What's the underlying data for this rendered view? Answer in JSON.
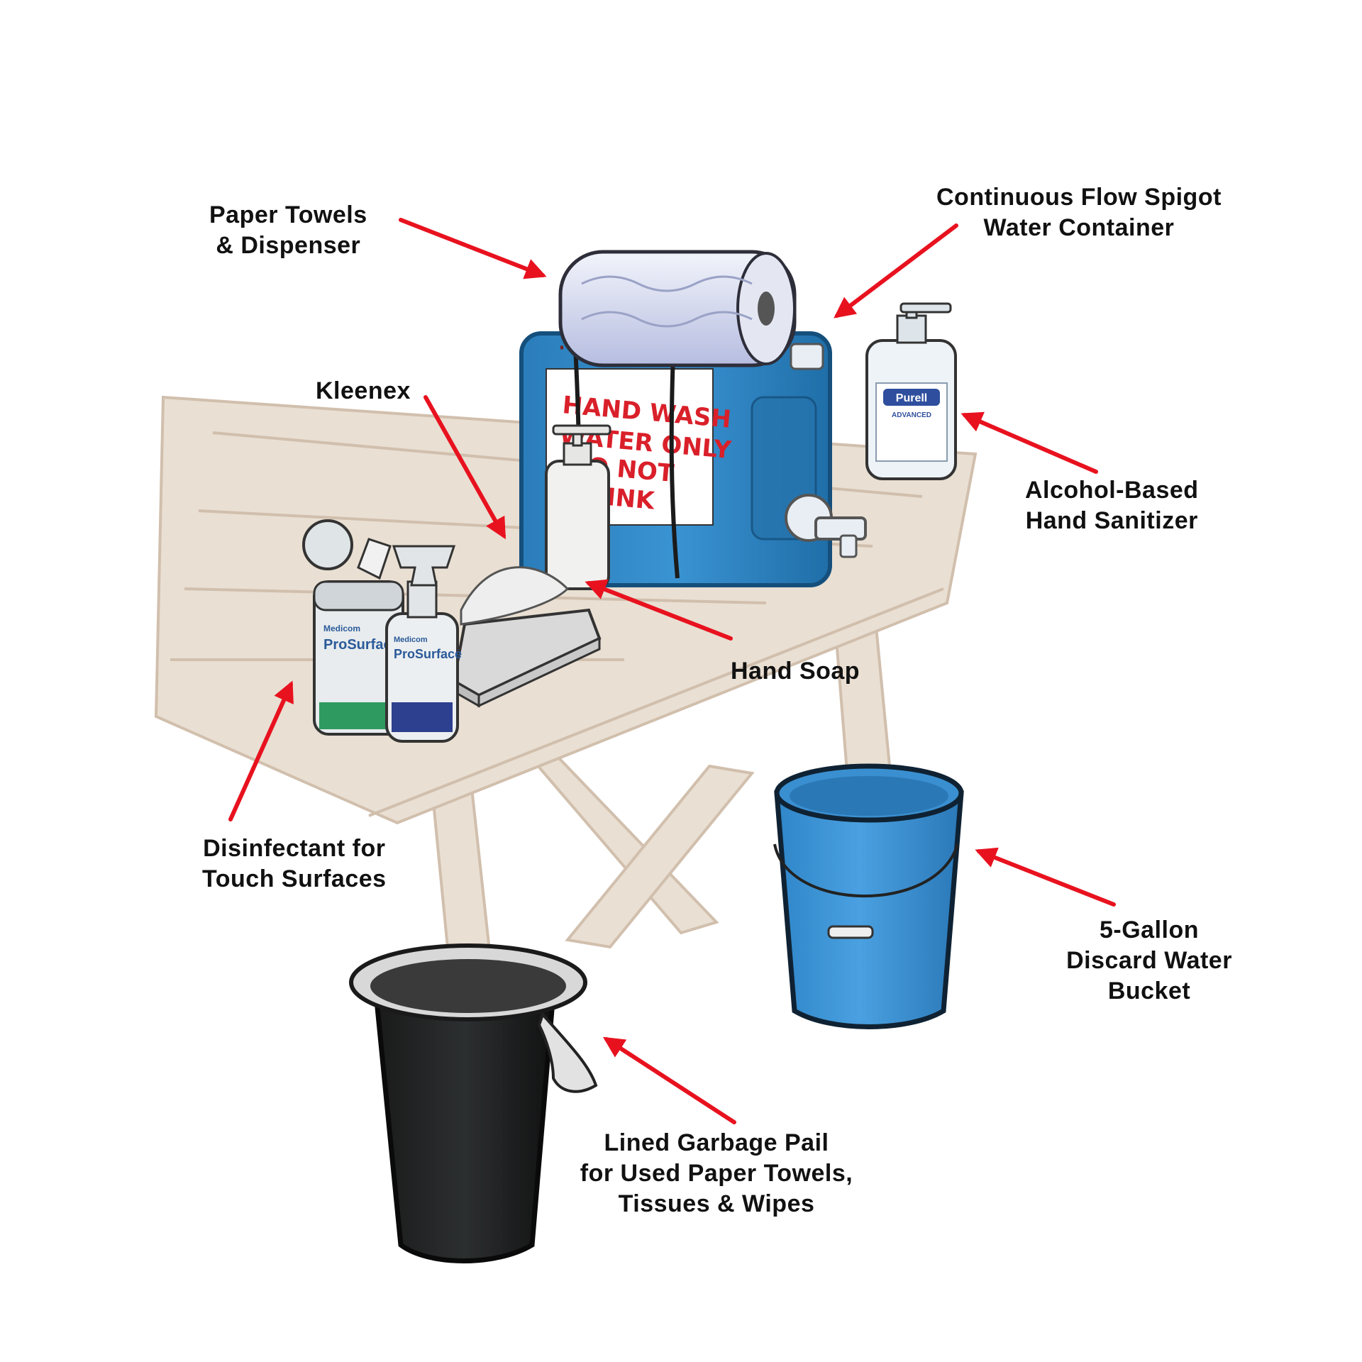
{
  "labels": {
    "paper_towels": [
      "Paper Towels",
      "& Dispenser"
    ],
    "spigot": [
      "Continuous Flow Spigot",
      "Water Container"
    ],
    "kleenex": [
      "Kleenex"
    ],
    "sanitizer": [
      "Alcohol-Based",
      "Hand Sanitizer"
    ],
    "hand_soap": [
      "Hand Soap"
    ],
    "disinfectant": [
      "Disinfectant for",
      "Touch Surfaces"
    ],
    "bucket": [
      "5-Gallon",
      "Discard Water",
      "Bucket"
    ],
    "garbage": [
      "Lined Garbage Pail",
      "for Used Paper Towels,",
      "Tissues & Wipes"
    ]
  },
  "sign": [
    "HAND WASH",
    "WATER ONLY",
    "DO NOT",
    "DRINK"
  ],
  "products": {
    "purell_brand": "Purell",
    "purell_sub": "ADVANCED",
    "wipes_maker": "Medicom",
    "wipes_brand": "ProSurface",
    "spray_maker": "Medicom",
    "spray_brand": "ProSurface"
  },
  "colors": {
    "arrow": "#e8121f",
    "container_blue": "#2f86c4",
    "bucket_blue": "#3f95d6",
    "sign_text": "#d9202a",
    "table": "#d8c8b4",
    "label_text": "#111111"
  }
}
